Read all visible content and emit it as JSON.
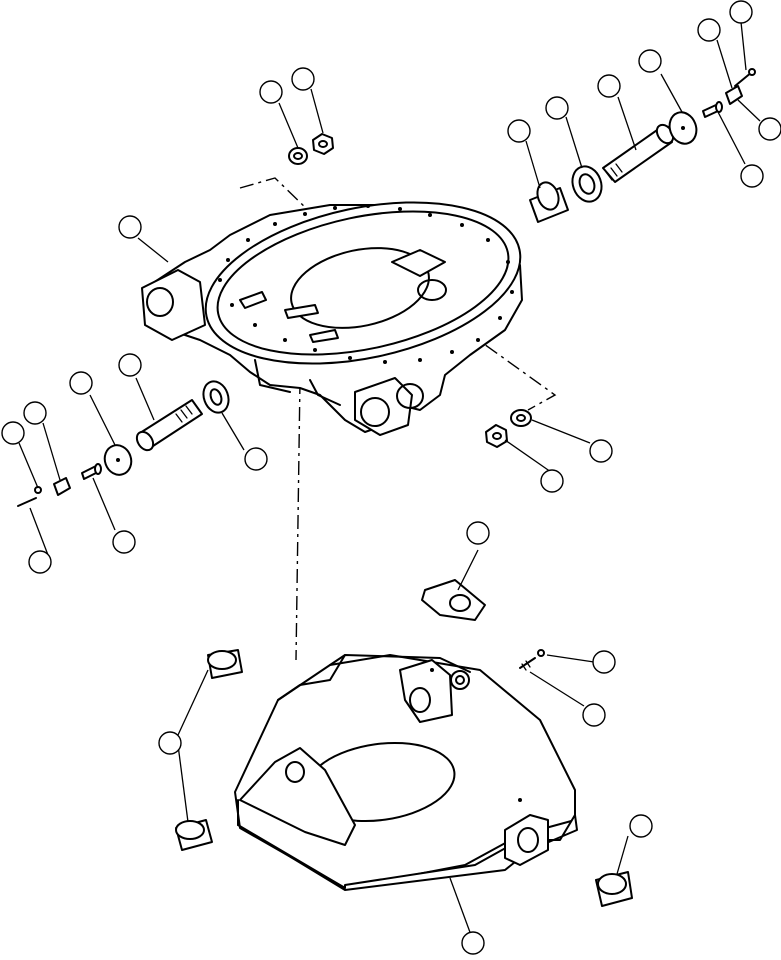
{
  "diagram": {
    "type": "exploded-parts-view",
    "callouts": [
      {
        "id": "c1"
      },
      {
        "id": "c2"
      },
      {
        "id": "c3"
      },
      {
        "id": "c4"
      },
      {
        "id": "c5"
      },
      {
        "id": "c6"
      },
      {
        "id": "c7"
      },
      {
        "id": "c8"
      },
      {
        "id": "c9"
      },
      {
        "id": "c10"
      },
      {
        "id": "c11"
      },
      {
        "id": "c12"
      },
      {
        "id": "c13"
      },
      {
        "id": "c14"
      },
      {
        "id": "c15"
      },
      {
        "id": "c16"
      },
      {
        "id": "c17"
      },
      {
        "id": "c18"
      },
      {
        "id": "c19"
      },
      {
        "id": "c20"
      },
      {
        "id": "c21"
      },
      {
        "id": "c22"
      },
      {
        "id": "c23"
      },
      {
        "id": "c24"
      },
      {
        "id": "c25"
      },
      {
        "id": "c26"
      },
      {
        "id": "c27"
      },
      {
        "id": "c28"
      },
      {
        "id": "c29"
      },
      {
        "id": "c30"
      }
    ],
    "parts": [
      {
        "name": "turntable-frame"
      },
      {
        "name": "axle-support-base"
      },
      {
        "name": "pivot-pin-right"
      },
      {
        "name": "pivot-pin-left"
      },
      {
        "name": "thrust-washer"
      },
      {
        "name": "bushing"
      },
      {
        "name": "retainer-plate"
      },
      {
        "name": "nut"
      },
      {
        "name": "washer"
      },
      {
        "name": "grease-fitting"
      },
      {
        "name": "cap-screw"
      },
      {
        "name": "lock-plate"
      }
    ]
  }
}
